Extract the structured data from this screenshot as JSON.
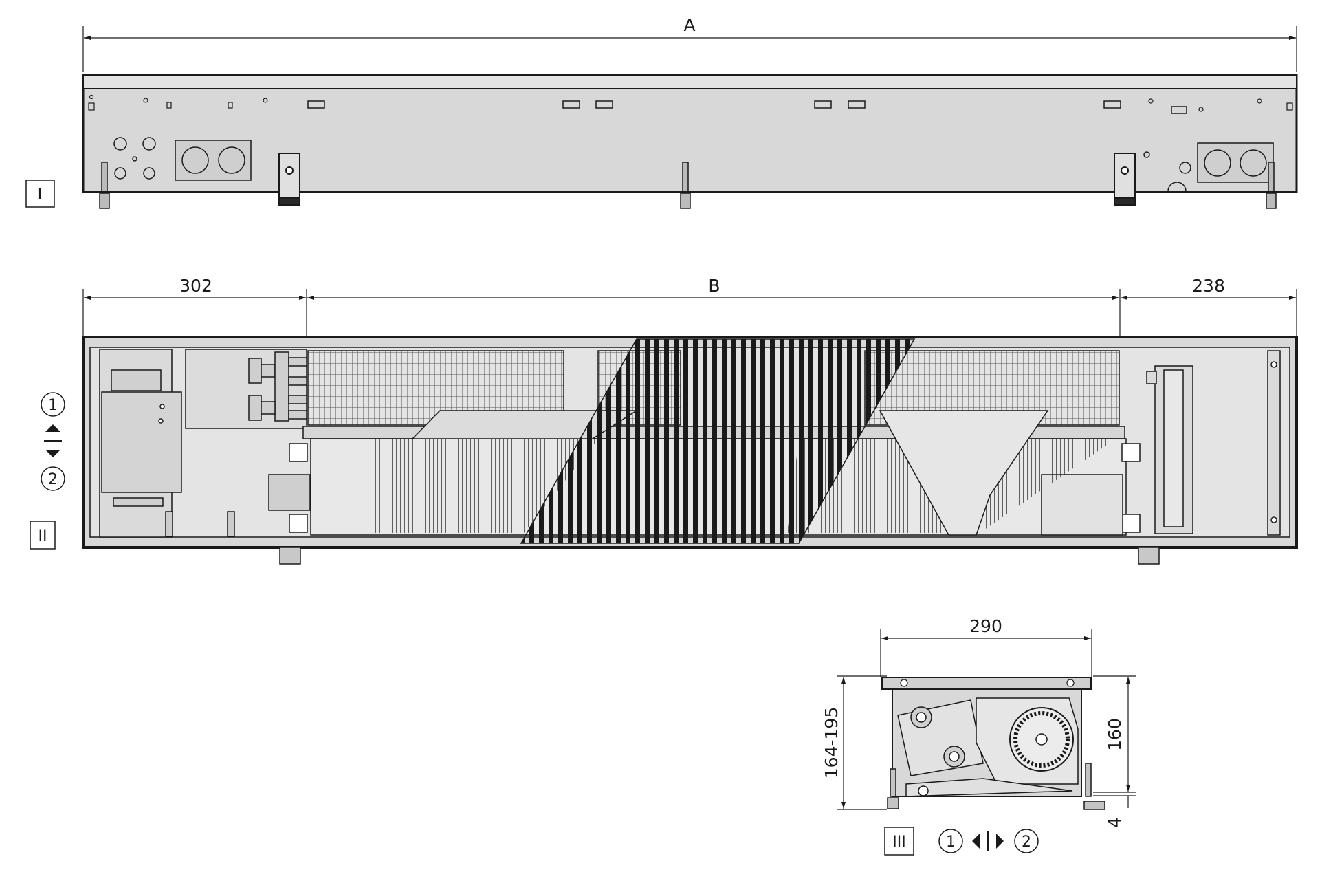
{
  "dimensions": {
    "length_a": "A",
    "left_offset": "302",
    "grille_length_b": "B",
    "right_offset": "238",
    "width": "290",
    "height_range": "164-195",
    "body_height": "160",
    "foot_height": "4"
  },
  "views": {
    "side_view": "I",
    "top_view": "II",
    "cross_section": "III"
  },
  "connections": {
    "supply": "1",
    "return": "2"
  },
  "colors": {
    "line": "#1a1a1a",
    "panel_fill": "#d8d8d8",
    "inner_fill": "#e6e6e6",
    "dark_fill": "#2a2a2a",
    "background": "#ffffff"
  }
}
